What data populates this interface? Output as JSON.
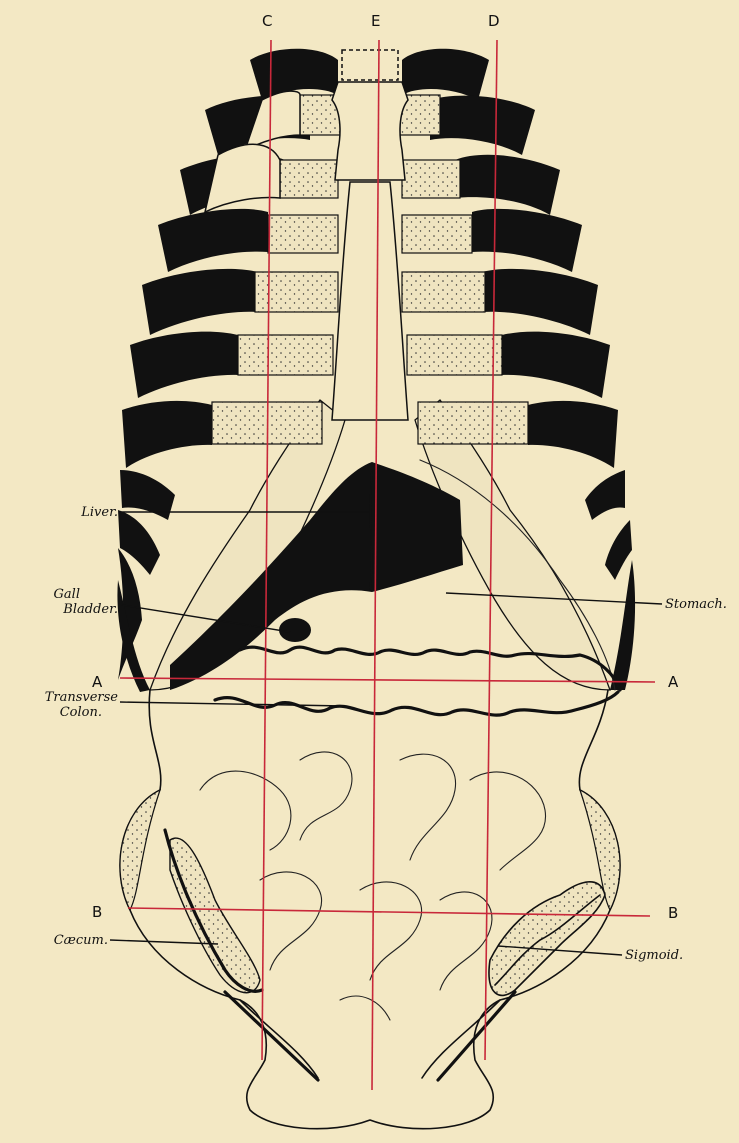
{
  "figure": {
    "vertical_lines": [
      {
        "id": "C",
        "label": "C"
      },
      {
        "id": "E",
        "label": "E"
      },
      {
        "id": "D",
        "label": "D"
      }
    ],
    "horizontal_lines": [
      {
        "id": "A",
        "label": "A"
      },
      {
        "id": "B",
        "label": "B"
      }
    ],
    "organ_labels": {
      "liver": "Liver.",
      "gall_bladder_1": "Gall",
      "gall_bladder_2": "Bladder.",
      "stomach": "Stomach.",
      "transverse_colon_1": "Transverse",
      "transverse_colon_2": "Colon.",
      "caecum": "Cæcum.",
      "sigmoid": "Sigmoid."
    },
    "colors": {
      "background": "#f3e8c4",
      "ink": "#111111",
      "guide_lines": "#c8283a"
    }
  }
}
